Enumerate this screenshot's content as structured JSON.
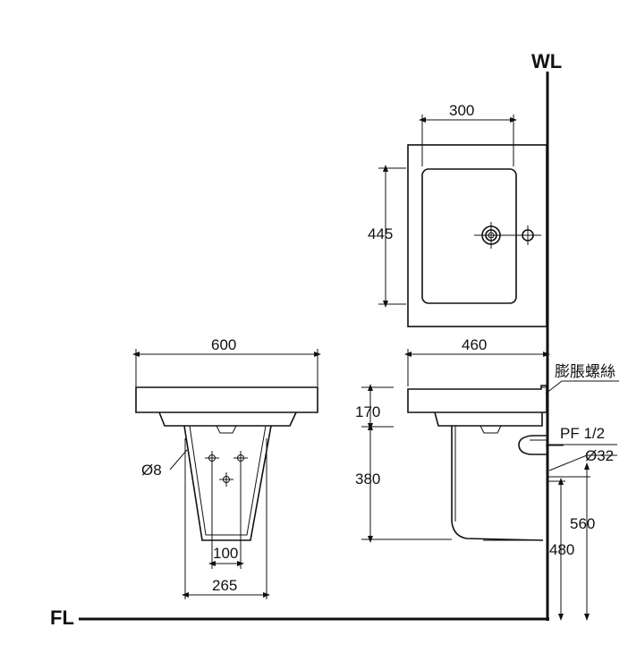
{
  "labels": {
    "wall": "WL",
    "floor": "FL",
    "anchor_bolt": "膨脹螺絲",
    "pipe_thread": "PF 1/2",
    "drain_dia": "Ø32",
    "bolt_dia": "Ø8"
  },
  "dimensions": {
    "top_width": "300",
    "top_depth": "445",
    "front_width": "600",
    "side_depth": "460",
    "basin_height": "170",
    "pedestal_height": "380",
    "bolt_spacing": "100",
    "pedestal_base": "265",
    "supply_height": "480",
    "drain_height": "560"
  }
}
